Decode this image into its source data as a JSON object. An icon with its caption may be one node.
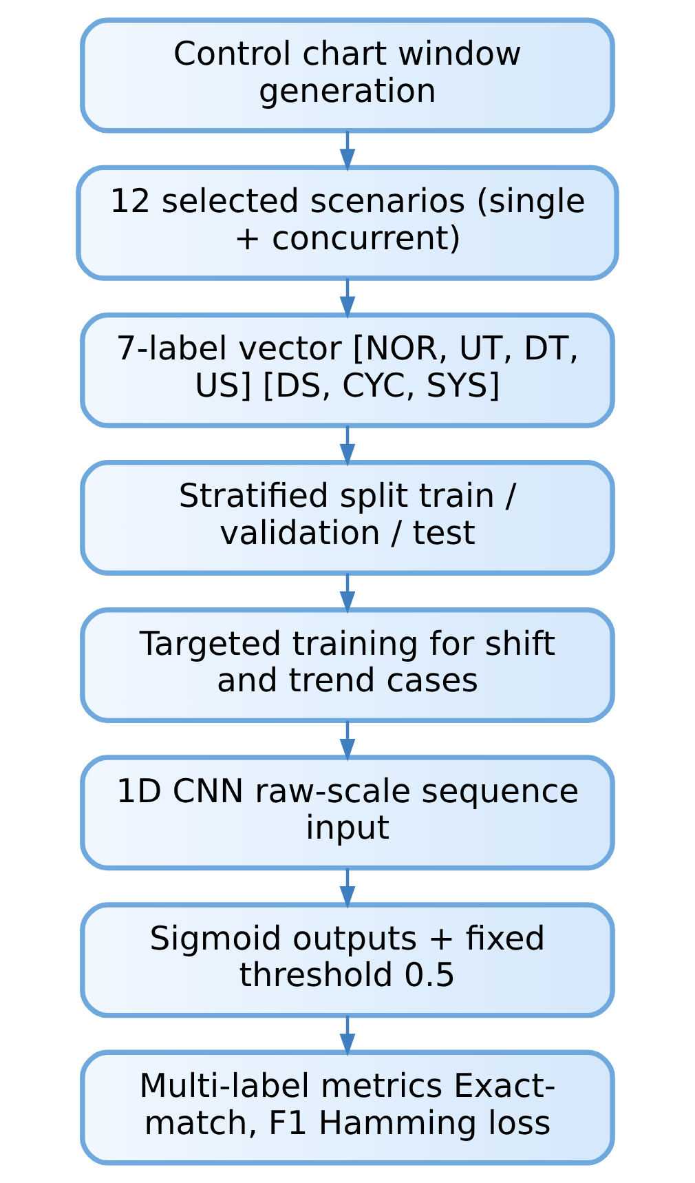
{
  "diagram": {
    "nodes": [
      {
        "text": [
          "Control chart window generation"
        ]
      },
      {
        "text": [
          "12 selected scenarios (single + concurrent)"
        ]
      },
      {
        "text": [
          "7-label vector [NOR, UT, DT, US] [DS, CYC, SYS]"
        ]
      },
      {
        "text": [
          "Stratified split train / validation / test"
        ]
      },
      {
        "text": [
          "Targeted training for shift and trend cases"
        ]
      },
      {
        "text": [
          "1D CNN raw-scale sequence input"
        ]
      },
      {
        "text": [
          "Sigmoid outputs + fixed threshold 0.5"
        ]
      },
      {
        "text": [
          "Multi-label metrics Exact-match, F1 Hamming loss"
        ]
      }
    ],
    "edges": [
      {
        "from": 0,
        "to": 1,
        "arrow": "to"
      },
      {
        "from": 1,
        "to": 2,
        "arrow": "to"
      },
      {
        "from": 2,
        "to": 3,
        "arrow": "to"
      },
      {
        "from": 3,
        "to": 4,
        "arrow": "to"
      },
      {
        "from": 4,
        "to": 5,
        "arrow": "to"
      },
      {
        "from": 5,
        "to": 6,
        "arrow": "to"
      },
      {
        "from": 6,
        "to": 7,
        "arrow": "to"
      }
    ]
  }
}
